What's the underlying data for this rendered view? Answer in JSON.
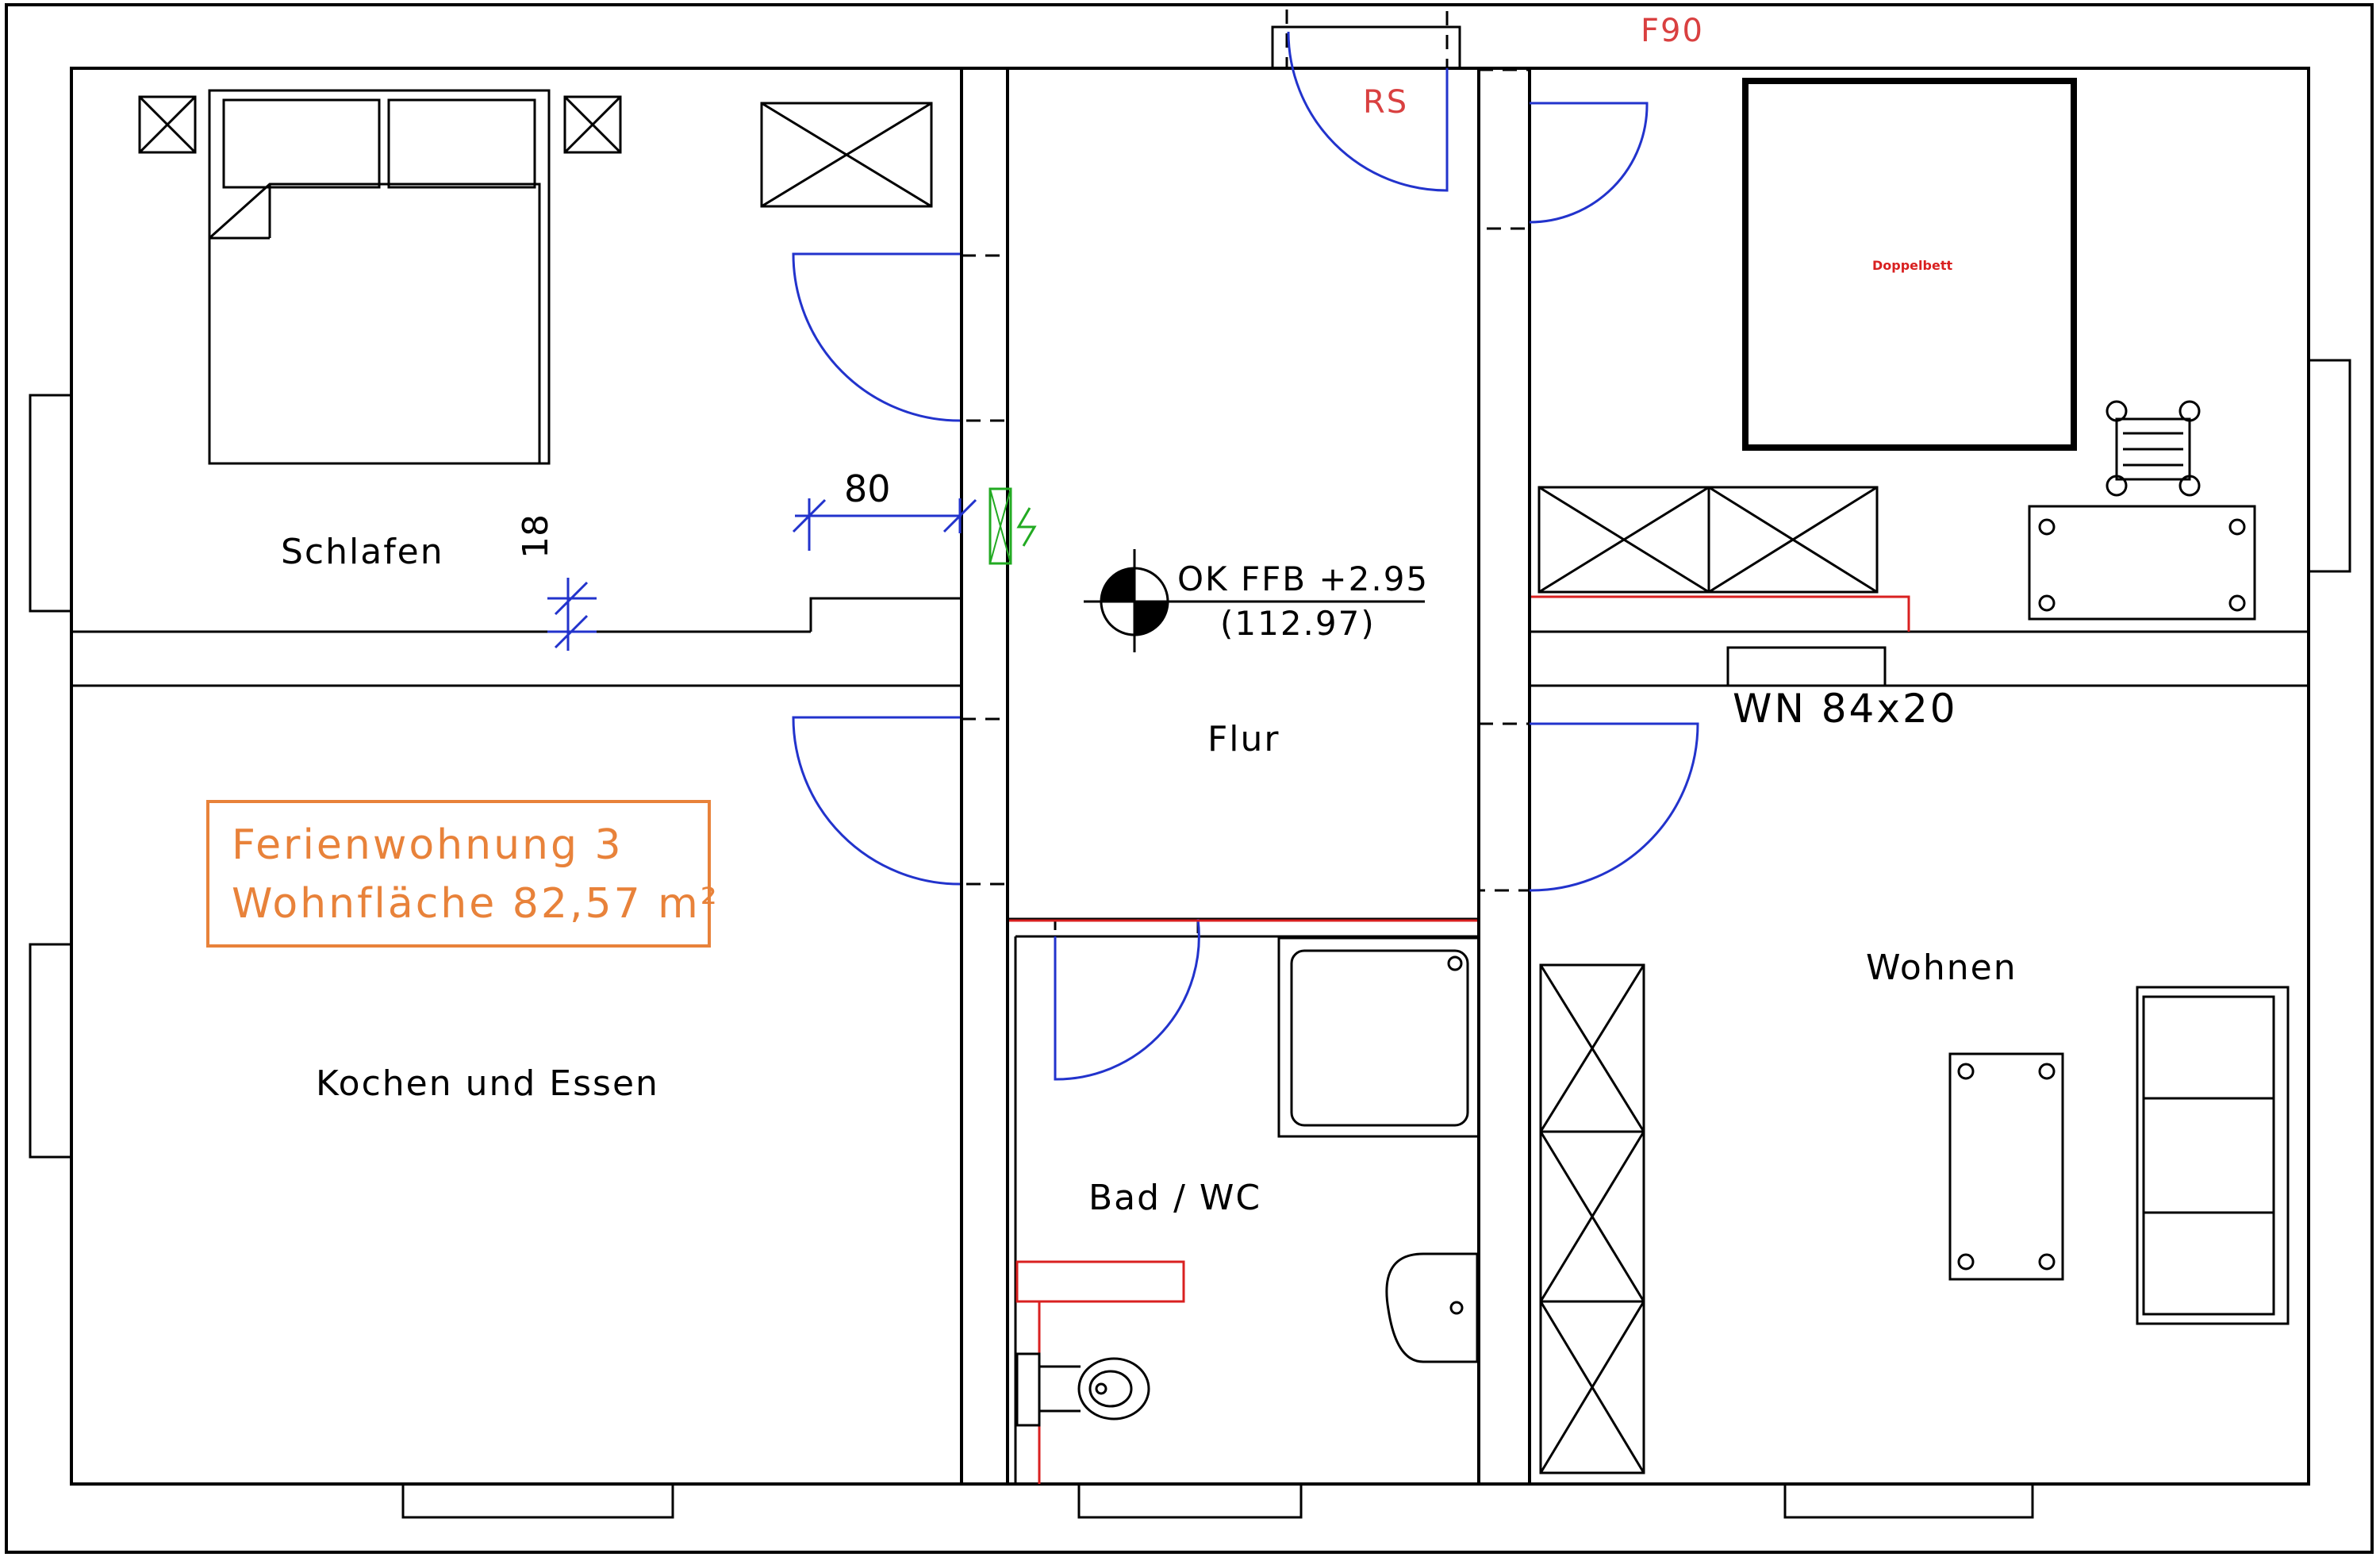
{
  "rooms": {
    "schlafen": "Schlafen",
    "kochen": "Kochen und Essen",
    "flur": "Flur",
    "bad": "Bad / WC",
    "wohnen": "Wohnen"
  },
  "info_box": {
    "line1": "Ferienwohnung 3",
    "line2": "Wohnfläche 82,57 m²",
    "color": "#e8823a"
  },
  "level_marker": {
    "primary": "OK FFB +2.95",
    "secondary": "(112.97)"
  },
  "annotations": {
    "fire_rating": "F90",
    "smoke_door": "RS",
    "double_bed": "Doppelbett",
    "radiator": "WN 84x20",
    "dimension_width": "80",
    "dimension_depth": "18"
  },
  "colors": {
    "walls": "#000000",
    "door_swings": "#2233cc",
    "annotation_red": "#d92020",
    "switch_green": "#22aa22"
  }
}
